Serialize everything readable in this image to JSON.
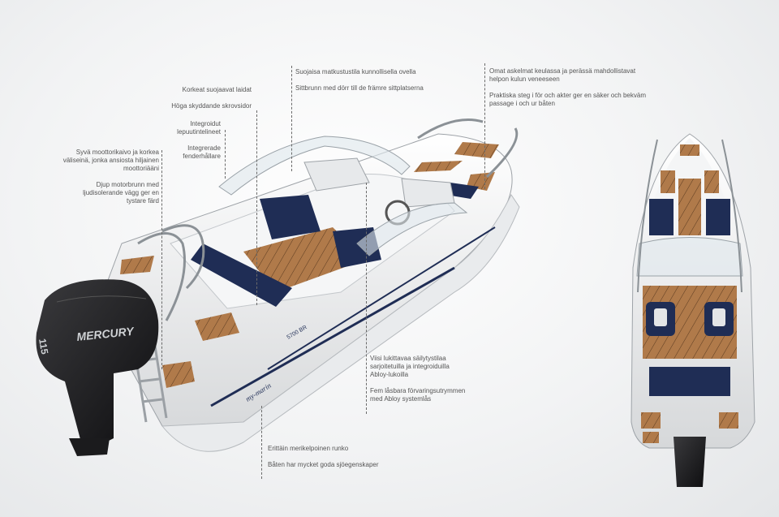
{
  "captions": {
    "c1": {
      "fi": "Syvä moottorikaivo ja korkea väliseinä, jonka ansiosta hiljainen moottoriääni",
      "sv": "Djup motorbrunn med ljudisolerande vägg ger en tystare färd"
    },
    "c2": {
      "fi": "Korkeat suojaavat laidat",
      "sv": "Höga skyddande skrovsidor"
    },
    "c3": {
      "fi": "Integroidut lepuutintelineet",
      "sv": "Integrerade fenderhållare"
    },
    "c4": {
      "fi": "Suojaisa matkustustila kunnollisella ovella",
      "sv": "Sittbrunn med dörr till de främre sittplatserna"
    },
    "c5": {
      "fi": "Omat askelmat keulassa ja perässä mahdollistavat helpon kulun veneeseen",
      "sv": "Praktiska steg i för och akter ger en säker och bekväm passage i och ur båten"
    },
    "c6": {
      "fi": "Viisi lukittavaa säilytystilaa sarjoitetuilla ja integroiduilla Abloy-lukoilla",
      "sv": "Fem låsbara förvaringsutrymmen med Abloy systemlås"
    },
    "c7": {
      "fi": "Erittäin merikelpoinen runko",
      "sv": "Båten har mycket goda sjöegenskaper"
    }
  },
  "boat": {
    "model_badge": "5700 BR",
    "hull_script": "my-marin",
    "engine_brand": "MERCURY",
    "engine_hp": "115"
  },
  "colors": {
    "hull": "#ffffff",
    "teak": "#b07a4a",
    "upholstery": "#1f2d55",
    "engine": "#1d1d1f",
    "caption_text": "#555555"
  }
}
